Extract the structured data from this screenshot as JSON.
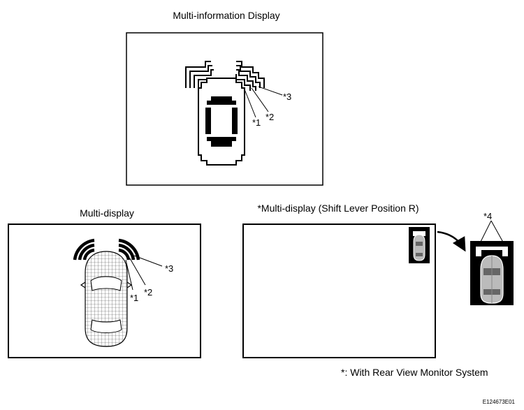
{
  "top_panel": {
    "title": "Multi-information Display",
    "callouts": [
      "*1",
      "*2",
      "*3"
    ]
  },
  "bottom_left_panel": {
    "title": "Multi-display",
    "callouts": [
      "*1",
      "*2",
      "*3"
    ]
  },
  "bottom_right_panel": {
    "title": "*Multi-display (Shift Lever Position R)",
    "callouts": [
      "*4"
    ]
  },
  "footnote": "*: With Rear View Monitor System",
  "figure_code": "E124673E01"
}
